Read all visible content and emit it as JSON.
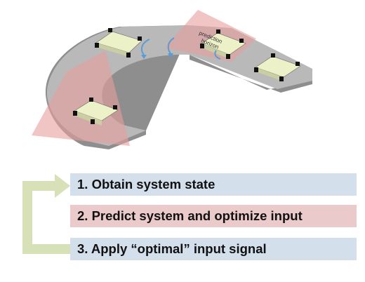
{
  "scene": {
    "track_label_line1": "prediction",
    "track_label_line2": "horizon",
    "colors": {
      "track": "#b9b9b9",
      "track_edge": "#8e8e8e",
      "horizon": "#ea9f9f",
      "vehicle": "#ecf1c7",
      "arrow": "#5b9bd5"
    }
  },
  "steps": [
    {
      "label": "1. Obtain system state",
      "color": "#d3dfeb"
    },
    {
      "label": "2. Predict system and optimize input",
      "color": "#ebcacb"
    },
    {
      "label": "3. Apply “optimal” input signal",
      "color": "#d3dfeb"
    }
  ],
  "loop_arrow_color": "#d6e1b8"
}
